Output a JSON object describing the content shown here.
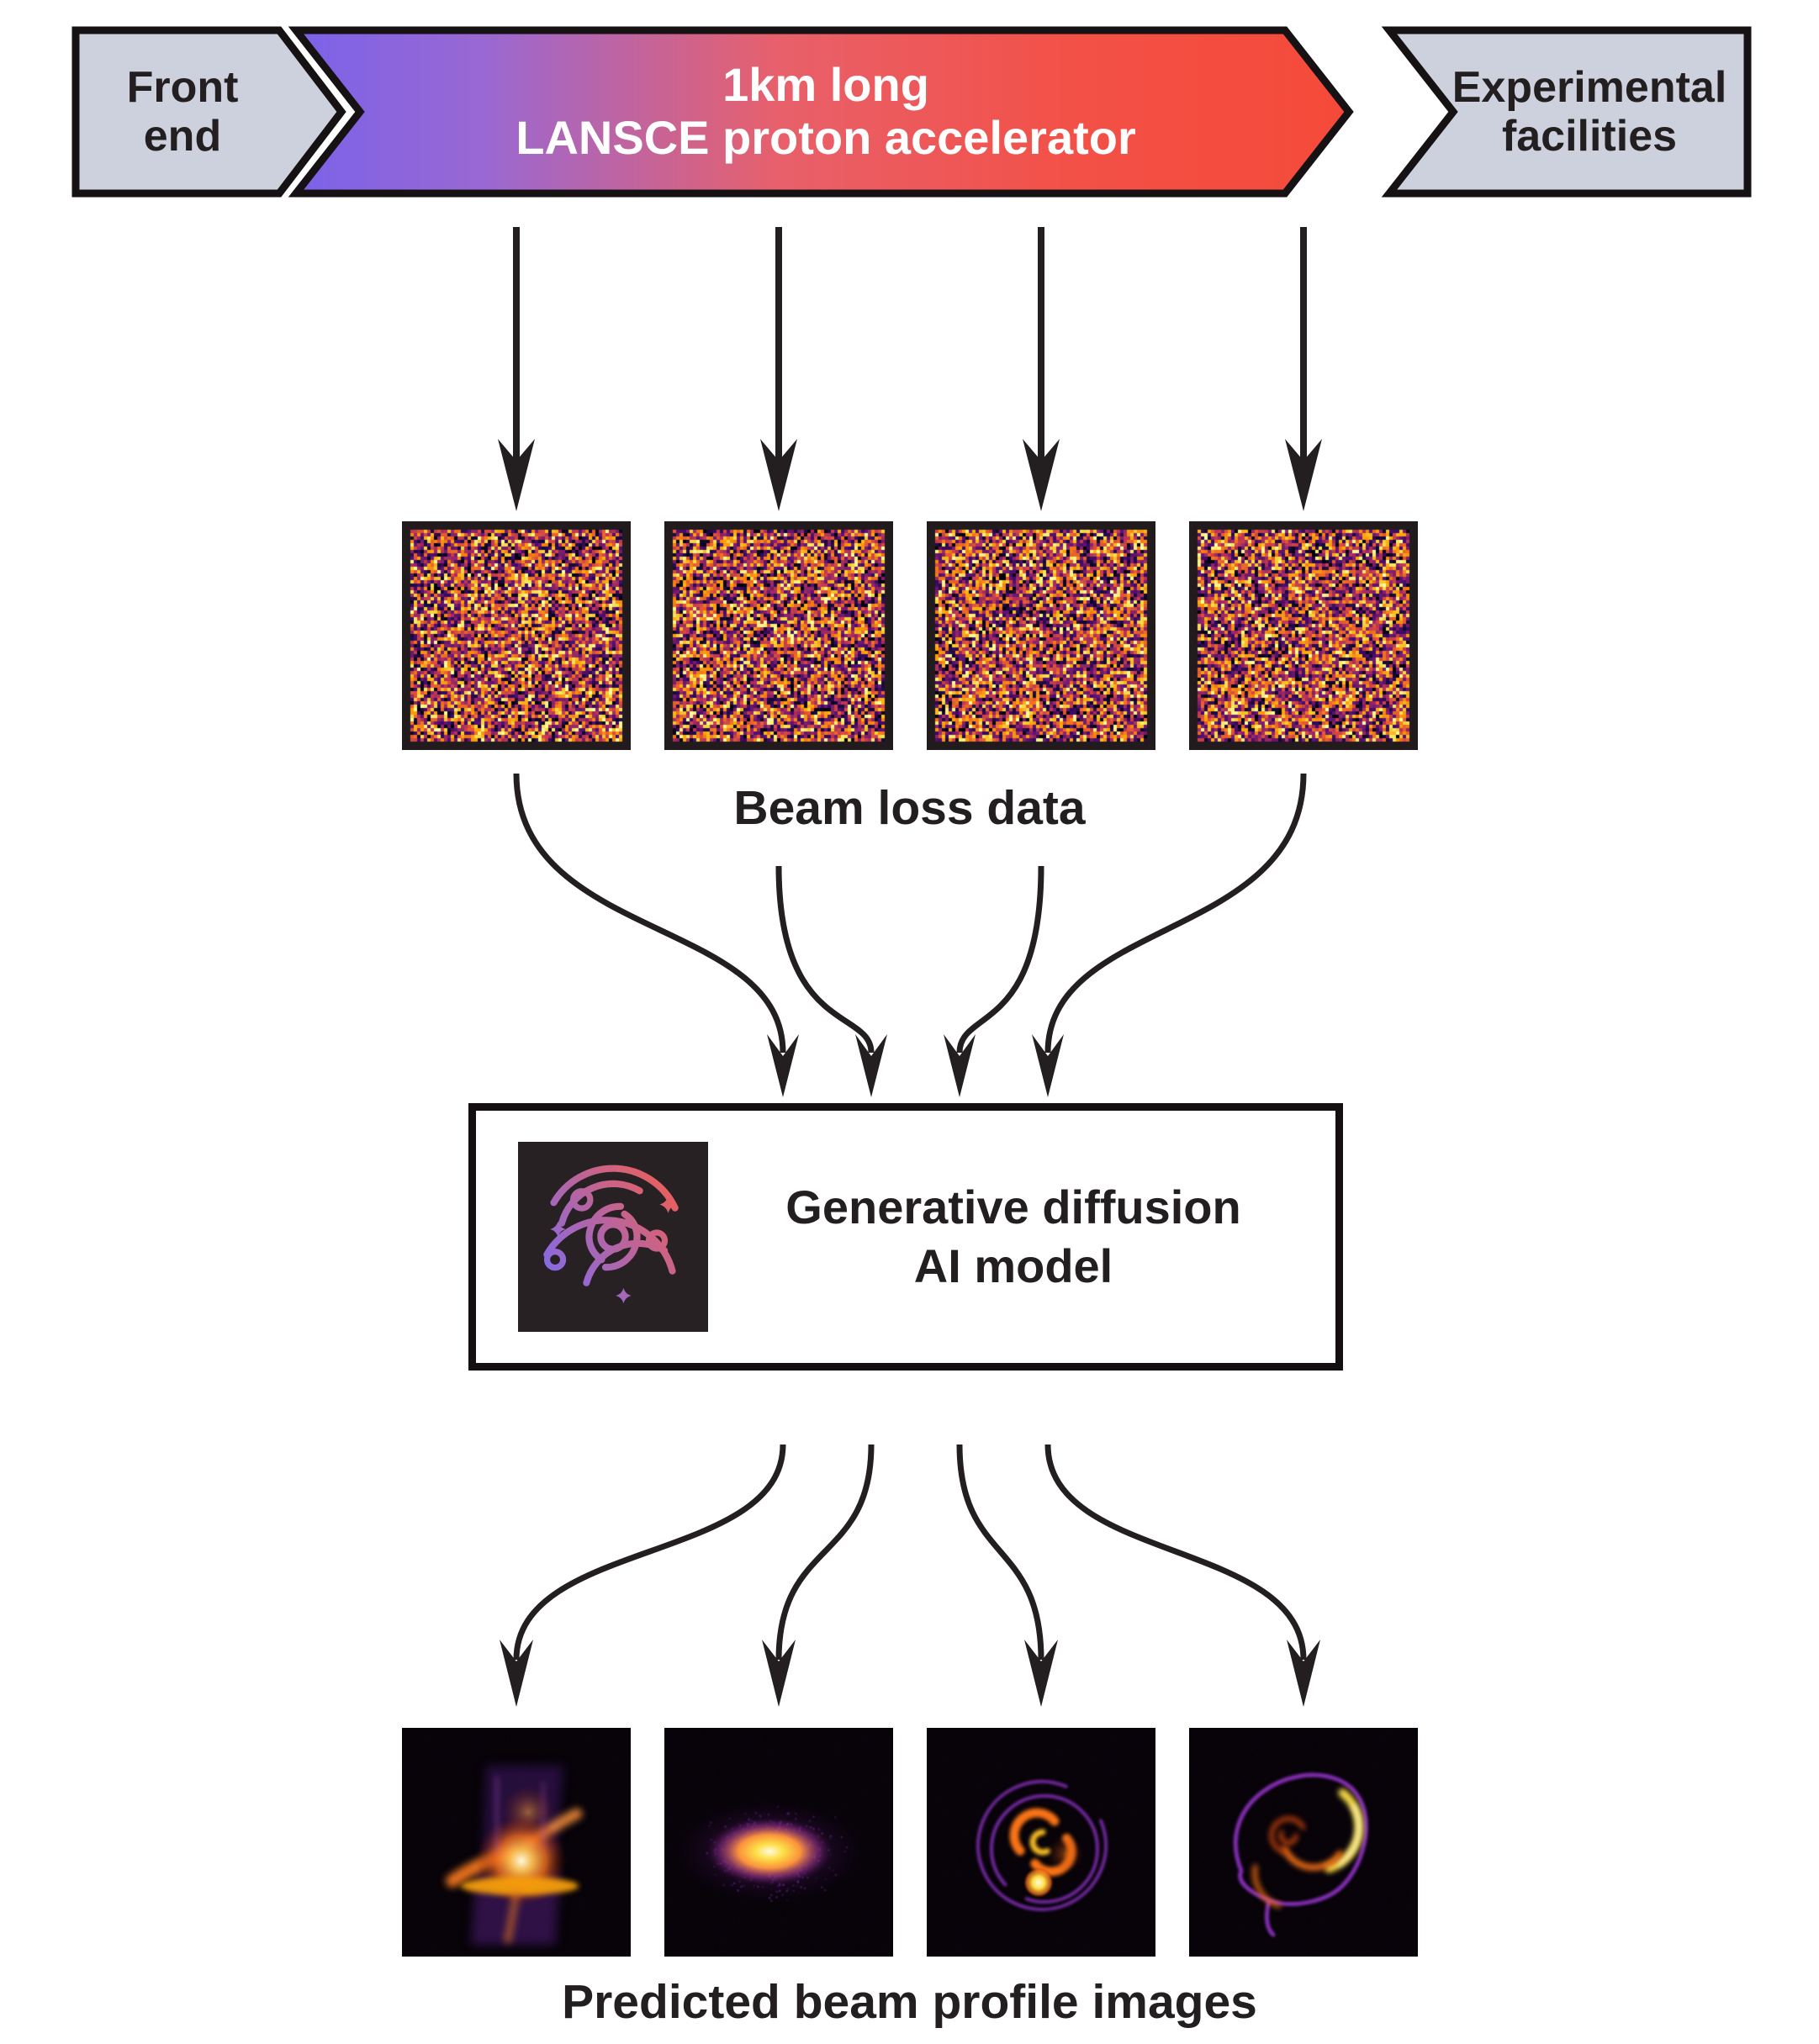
{
  "banner": {
    "front_end": "Front\nend",
    "accelerator": "1km long\nLANSCE proton accelerator",
    "experimental": "Experimental\nfacilities"
  },
  "beam_loss": {
    "label": "Beam loss data",
    "image_count": 4,
    "images": [
      "beam-loss-noise-1",
      "beam-loss-noise-2",
      "beam-loss-noise-3",
      "beam-loss-noise-4"
    ]
  },
  "model": {
    "label": "Generative diffusion\nAI model",
    "icon": "galaxy-spiral-icon"
  },
  "predicted": {
    "label": "Predicted beam profile images",
    "image_count": 4,
    "profiles": [
      "flame-column",
      "gaussian-blob",
      "small-swirl",
      "large-swirl"
    ]
  },
  "colors": {
    "background": "#ffffff",
    "outline": "#161214",
    "arrow": "#231f20",
    "chevron_gray": "#cdd1de",
    "text_dark": "#231f20",
    "text_light": "#ffffff",
    "accel_gradient": [
      "#7b62e9",
      "#9a68d2",
      "#e8606a",
      "#f35046",
      "#f54a39"
    ],
    "icon_bg": "#282124",
    "icon_gradient_start": "#7e6bf0",
    "icon_gradient_end": "#ee5f55",
    "inferno_palette": [
      "#000004",
      "#160b39",
      "#420a68",
      "#6a176e",
      "#932667",
      "#bc3754",
      "#dd513a",
      "#f37819",
      "#fca50a",
      "#f6d746",
      "#fcffa4"
    ]
  }
}
